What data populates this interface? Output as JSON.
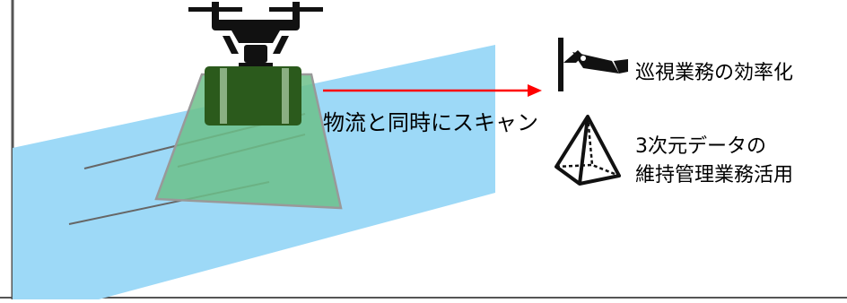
{
  "labels": {
    "scan_caption": "物流と同時にスキャン",
    "patrol": "巡視業務の効率化",
    "data_line1": "3次元データの",
    "data_line2": "維持管理業務活用"
  },
  "icons": {
    "patrol": "security-camera-icon",
    "data": "pyramid-icon",
    "drone": "drone-icon"
  },
  "colors": {
    "water": "#9dd9f7",
    "scan_area": "#5cb87a",
    "cargo": "#2a5a1c",
    "arrow": "#ff0000"
  }
}
